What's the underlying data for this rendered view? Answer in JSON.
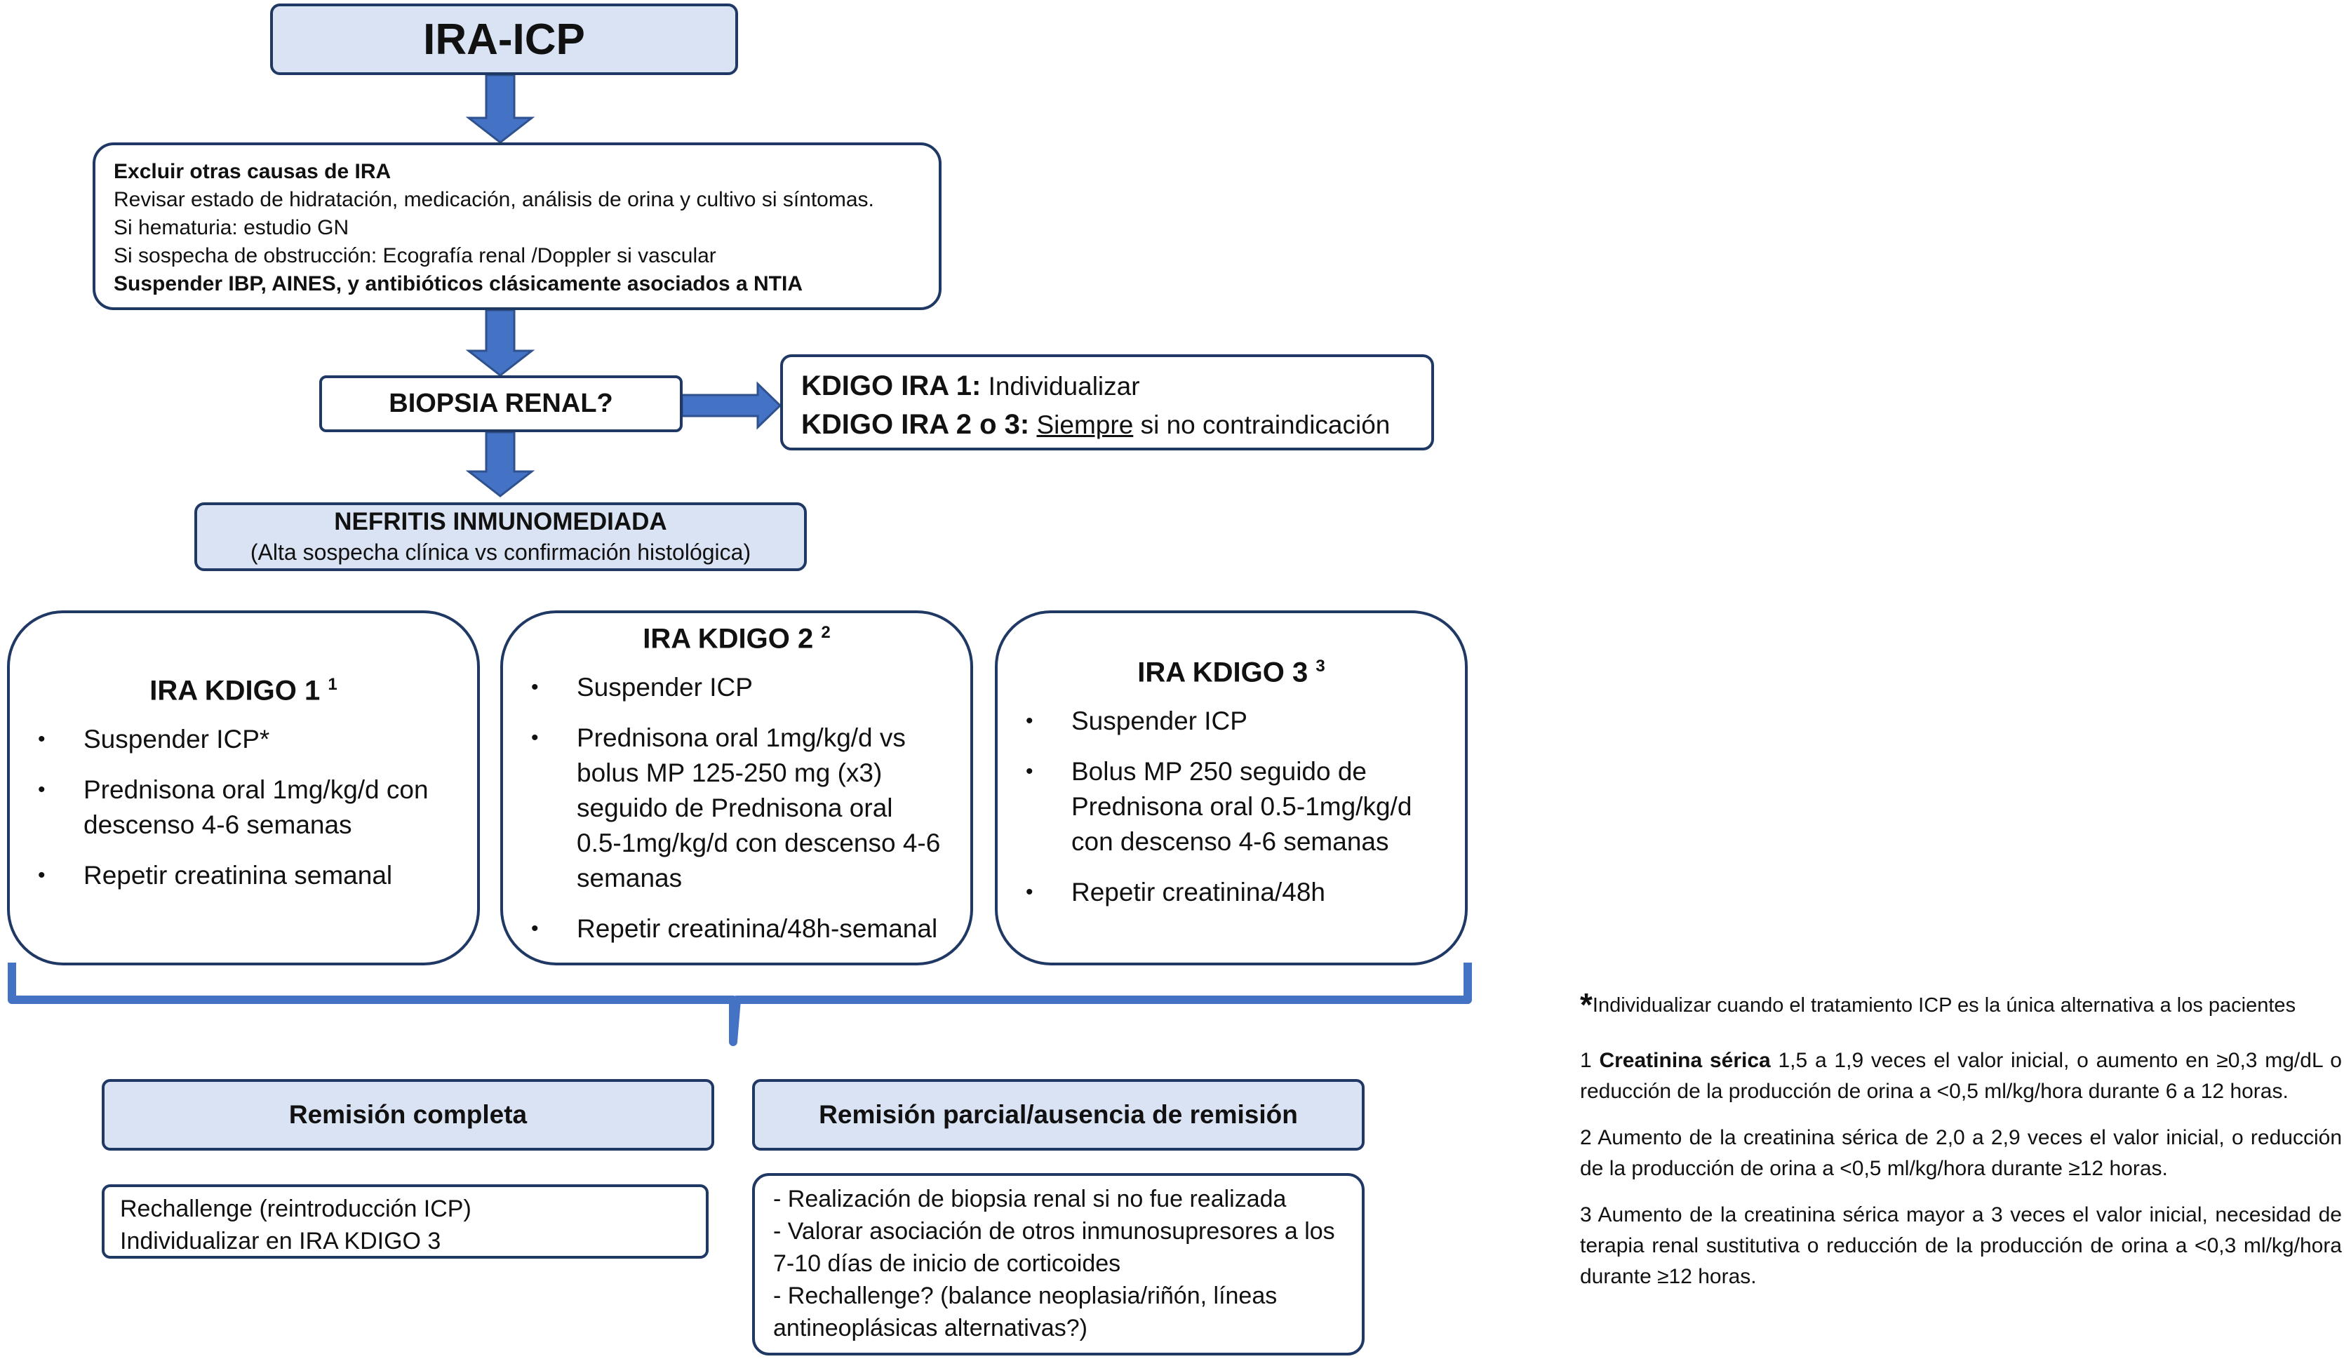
{
  "title": "IRA-ICP",
  "exclude": {
    "heading": "Excluir otras causas de IRA",
    "line1": "Revisar estado de hidratación, medicación, análisis de orina y cultivo si síntomas.",
    "line2": "Si hematuria: estudio GN",
    "line3": "Si sospecha de obstrucción: Ecografía renal /Doppler si vascular",
    "line4": "Suspender IBP, AINES, y antibióticos clásicamente asociados a NTIA"
  },
  "biopsy": {
    "label": "BIOPSIA RENAL?",
    "kdigo1_label": "KDIGO IRA 1:",
    "kdigo1_text": "Individualizar",
    "kdigo23_label": "KDIGO IRA 2 o 3:",
    "kdigo23_underlined": "Siempre",
    "kdigo23_text": "si no contraindicación"
  },
  "nephritis": {
    "title": "NEFRITIS INMUNOMEDIADA",
    "subtitle": "(Alta sospecha clínica vs confirmación histológica)"
  },
  "cards": [
    {
      "title": "IRA KDIGO 1",
      "sup": "1",
      "items": [
        "Suspender ICP*",
        "Prednisona oral  1mg/kg/d con descenso 4-6 semanas",
        "Repetir creatinina semanal"
      ]
    },
    {
      "title": "IRA KDIGO 2",
      "sup": "2",
      "items": [
        "Suspender ICP",
        "Prednisona oral  1mg/kg/d vs bolus MP 125-250 mg (x3) seguido de Prednisona oral  0.5-1mg/kg/d con descenso 4-6 semanas",
        "Repetir creatinina/48h-semanal"
      ]
    },
    {
      "title": "IRA KDIGO 3",
      "sup": "3",
      "items": [
        "Suspender ICP",
        "Bolus MP 250 seguido de Prednisona oral  0.5-1mg/kg/d con descenso 4-6 semanas",
        "Repetir creatinina/48h"
      ]
    }
  ],
  "remission_complete": {
    "title": "Remisión completa",
    "line1": "Rechallenge (reintroducción ICP)",
    "line2": "Individualizar en IRA KDIGO 3"
  },
  "remission_partial": {
    "title": "Remisión parcial/ausencia de remisión",
    "line1": "- Realización de biopsia renal si no fue realizada",
    "line2": "- Valorar asociación de otros inmunosupresores a los 7-10 días de inicio de corticoides",
    "line3": "- Rechallenge? (balance neoplasia/riñón, líneas antineoplásicas alternativas?)"
  },
  "notes": {
    "star": "*",
    "star_text": "Individualizar cuando el tratamiento ICP es la única alternativa a los pacientes",
    "n1_num": "1",
    "n1_bold": "Creatinina sérica",
    "n1_text": "1,5 a 1,9 veces el valor inicial, o aumento en ≥0,3 mg/dL o reducción de la producción de orina a <0,5 ml/kg/hora durante 6 a 12 horas.",
    "n2": "2 Aumento de la creatinina sérica de 2,0 a 2,9 veces el valor inicial, o reducción de la producción de orina a <0,5 ml/kg/hora durante ≥12 horas.",
    "n3": "3 Aumento de la creatinina sérica mayor a 3 veces el valor inicial, necesidad de terapia renal sustitutiva o reducción de la producción de orina a <0,3 ml/kg/hora durante ≥12 horas."
  },
  "colors": {
    "border": "#1f3864",
    "fill": "#dae3f3",
    "arrow": "#4472c4"
  }
}
